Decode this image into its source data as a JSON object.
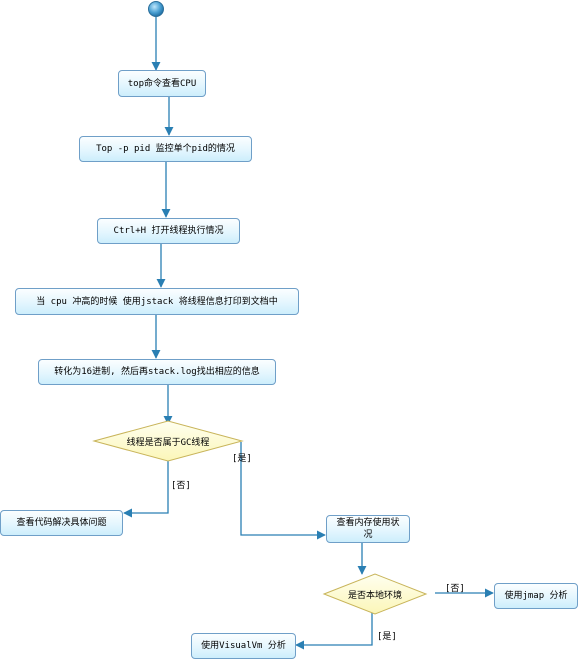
{
  "nodes": {
    "top_cpu": "top命令查看CPU",
    "top_pid": "Top  -p pid  监控单个pid的情况",
    "ctrl_h": "Ctrl+H  打开线程执行情况",
    "jstack": "当 cpu 冲高的时候 使用jstack  将线程信息打印到文档中",
    "convert_hex": "转化为16进制, 然后再stack.log找出相应的信息",
    "check_code": "查看代码解决具体问题",
    "check_memory": "查看内存使用状况",
    "use_jmap": "使用jmap 分析",
    "use_visualvm": "使用VisualVm 分析"
  },
  "decisions": {
    "is_gc_thread": "线程是否属于GC线程",
    "is_local_env": "是否本地环境"
  },
  "guards": {
    "gc_no": "[否]",
    "gc_yes": "[是]",
    "local_no": "[否]",
    "local_yes": "[是]"
  },
  "colors": {
    "node_border": "#6f9fc8",
    "node_fill": "#e4f6fe",
    "decision_fill": "#ffffd0",
    "decision_border": "#c8b45a",
    "edge": "#2a7fb3",
    "start_node": "#3a8fc6"
  }
}
